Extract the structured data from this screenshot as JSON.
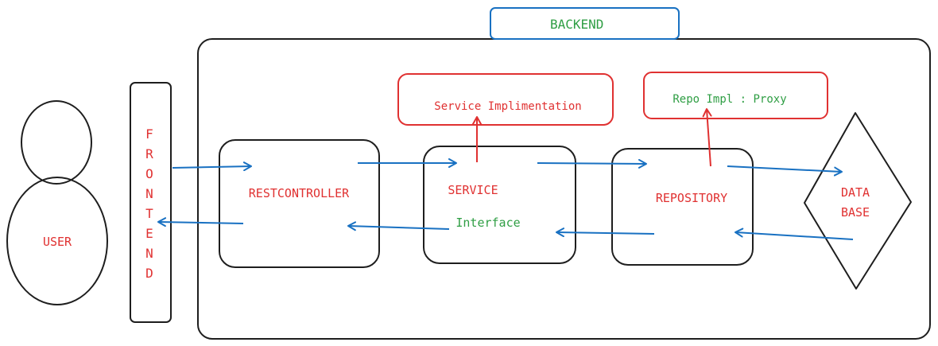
{
  "labels": {
    "backend": "BACKEND",
    "user": "USER",
    "frontend": "FRONTEND",
    "restcontroller": "RESTCONTROLLER",
    "service": "SERVICE",
    "service_interface": "Interface",
    "service_impl": "Service Implimentation",
    "repository": "REPOSITORY",
    "repo_impl": "Repo Impl : Proxy",
    "database_line1": "DATA",
    "database_line2": "BASE"
  },
  "colors": {
    "outline": "#1e1e1e",
    "blue": "#1971c2",
    "red": "#e03131",
    "green": "#2f9e44"
  }
}
